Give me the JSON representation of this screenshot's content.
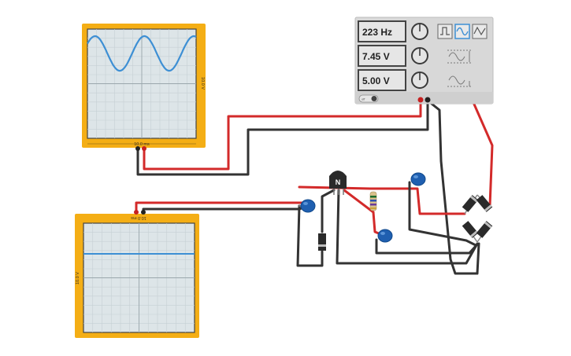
{
  "canvas": {
    "background": "#ffffff",
    "wire_red": "#d32a2a",
    "wire_black": "#333333",
    "scope_frame": "#f4ae15",
    "scope_screen": "#dde5e8",
    "trace": "#3d8fd4"
  },
  "function_generator": {
    "frequency": "223 Hz",
    "amplitude": "7.45 V",
    "offset": "5.00 V",
    "waveforms": [
      "square-wave-icon",
      "sine-wave-icon",
      "triangle-wave-icon"
    ],
    "selected_waveform": "sine",
    "power_label": "off"
  },
  "scope_top": {
    "time_label": "10.0 ms",
    "volt_label": "10.0 V"
  },
  "scope_bottom": {
    "time_label": "10.0 ms",
    "volt_label": "10.0 V"
  },
  "transistor": {
    "label": "N"
  }
}
